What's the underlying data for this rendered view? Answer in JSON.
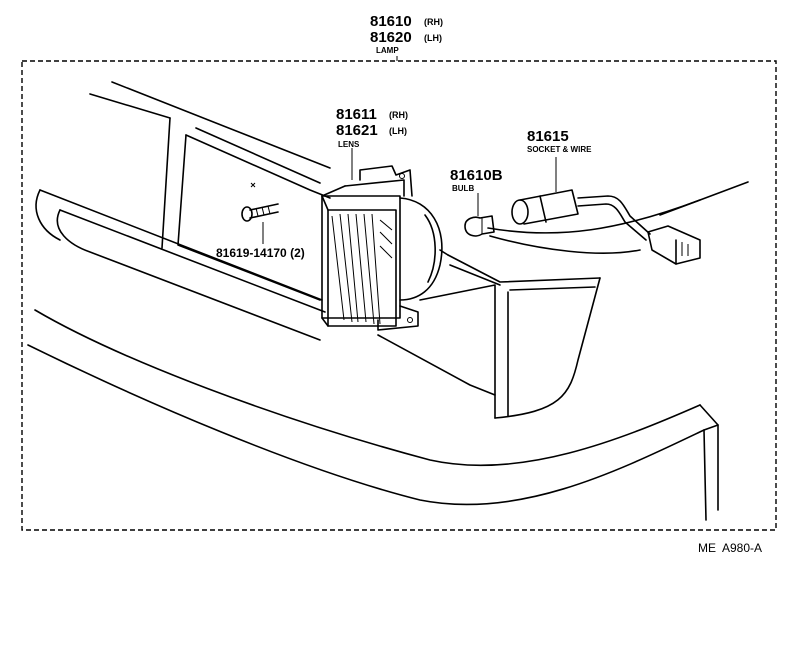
{
  "lamp": {
    "part_rh": "81610",
    "tag_rh": "(RH)",
    "part_lh": "81620",
    "tag_lh": "(LH)",
    "name": "LAMP"
  },
  "lens": {
    "part_rh": "81611",
    "tag_rh": "(RH)",
    "part_lh": "81621",
    "tag_lh": "(LH)",
    "name": "LENS"
  },
  "bulb": {
    "part": "81610B",
    "name": "BULB"
  },
  "socket": {
    "part": "81615",
    "name": "SOCKET & WIRE"
  },
  "screw": {
    "part": "81619-14170 (2)"
  },
  "code": "ME  A980-A"
}
